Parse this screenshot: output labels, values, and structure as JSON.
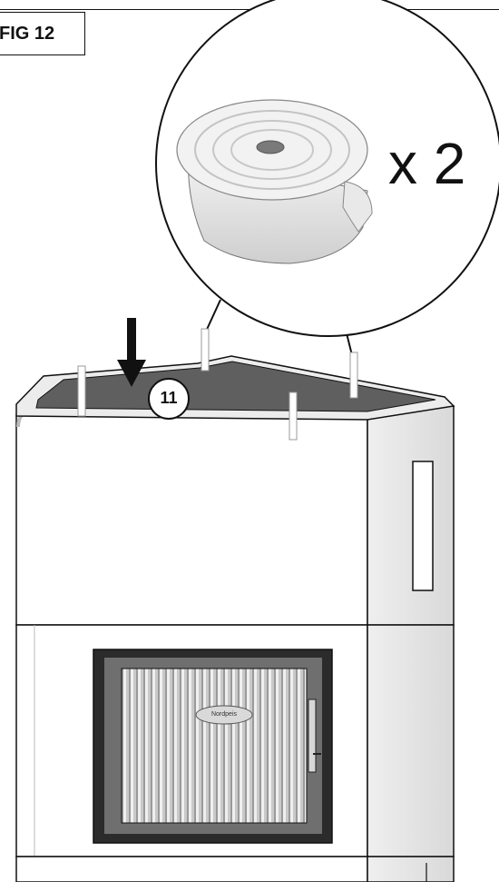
{
  "figure": {
    "label": "FIG 12",
    "quantity": "x 2",
    "callout_number": "11",
    "brand_logo": "Nordpeis"
  },
  "colors": {
    "line": "#111111",
    "cavity": "#5f5f5f",
    "panel": "#ffffff",
    "panel_shadow": "#e6e6e6",
    "door_frame": "#2b2b2b",
    "glass": "#bdbdbd"
  }
}
